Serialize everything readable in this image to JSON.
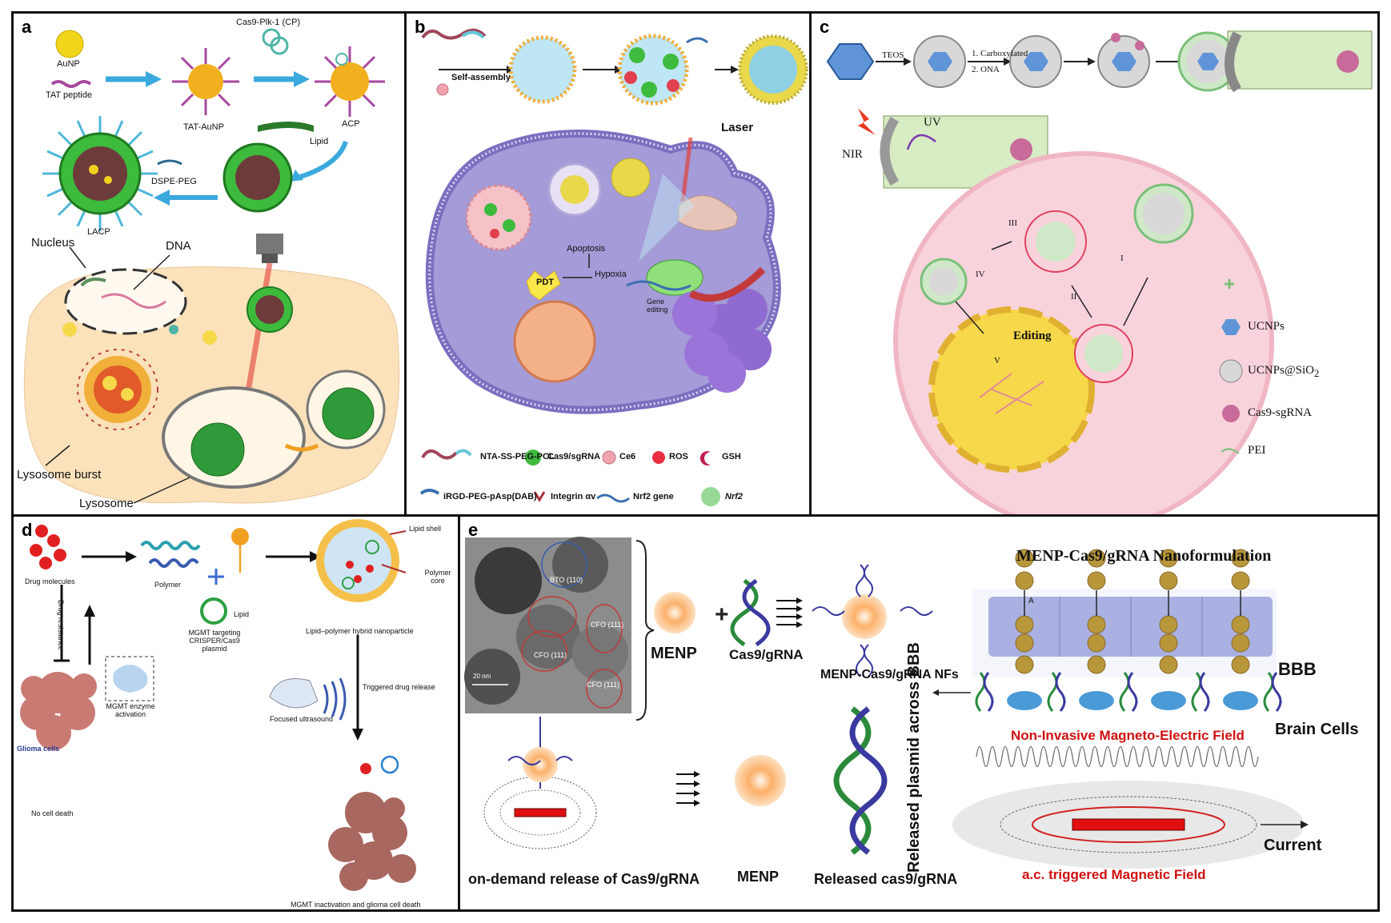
{
  "panels": {
    "a": {
      "label": "a",
      "aunp": "AuNP",
      "tat_peptide": "TAT peptide",
      "cas9": "Cas9-Plk-1 (CP)",
      "tat_aunp": "TAT-AuNP",
      "acp": "ACP",
      "lipid": "Lipid",
      "dspe_peg": "DSPE-PEG",
      "lacp": "LACP",
      "nucleus": "Nucleus",
      "dna": "DNA",
      "lysosome_burst": "Lysosome burst",
      "lysosome": "Lysosome"
    },
    "b": {
      "label": "b",
      "self_assembly": "Self-assembly",
      "laser": "Laser",
      "apoptosis": "Apoptosis",
      "hypoxia": "Hypoxia",
      "pdt": "PDT",
      "gene_editing": "Gene editing",
      "legend": {
        "nta": "NTA-SS-PEG-PCL",
        "cas9": "Cas9/sgRNA",
        "ce6": "Ce6",
        "ros": "ROS",
        "gsh": "GSH",
        "irgd": "iRGD-PEG-pAsp(DAB)",
        "integrin": "Integrin αv",
        "nrf2_gene": "Nrf2 gene",
        "nrf2": "Nrf2"
      }
    },
    "c": {
      "label": "c",
      "teos": "TEOS",
      "step1": "1. Carboxylated",
      "step2": "2. ONA",
      "uv": "UV",
      "nir": "NIR",
      "editing": "Editing",
      "roman": [
        "I",
        "II",
        "III",
        "IV",
        "V"
      ],
      "legend": {
        "ucnps": "UCNPs",
        "ucnps_sio2": "UCNPs@SiO",
        "sub2": "2",
        "cas9": "Cas9-sgRNA",
        "pei": "PEI"
      }
    },
    "d": {
      "label": "d",
      "drug": "Drug molecules",
      "polymer": "Polymer",
      "lipid": "Lipid",
      "lipid_shell": "Lipid shell",
      "polymer_core": "Polymer core",
      "hybrid": "Lipid–polymer hybrid nanoparticle",
      "plasmid": "MGMT targeting CRISPER/Cas9 plasmid",
      "drug_resistance": "Drug resistance",
      "ultrasound": "Focused ultrasound",
      "triggered": "Triggered drug release",
      "glioma": "Glioma cells",
      "mgmt_enzyme": "MGMT enzyme activation",
      "no_death": "No cell death",
      "death": "MGMT inactivation and glioma cell death"
    },
    "e": {
      "label": "e",
      "tem_labels": [
        "BTO (110)",
        "CFO (111)",
        "CFO (111)",
        "CFO (111)"
      ],
      "scale": "20 nm",
      "menp": "MENP",
      "cas9grna": "Cas9/gRNA",
      "nfs": "MENP-Cas9/gRNA NFs",
      "on_demand": "on-demand release of Cas9/gRNA",
      "menp2": "MENP",
      "released": "Released cas9/gRNA",
      "title": "MENP-Cas9/gRNA Nanoformulation",
      "vertical": "Released plasmid across BBB",
      "bbb": "BBB",
      "brain": "Brain Cells",
      "field": "Non-Invasive Magneto-Electric Field",
      "current": "Current",
      "ac": "a.c. triggered Magnetic Field",
      "a_mark": "A"
    }
  },
  "colors": {
    "arrow_blue": "#3aa9dd",
    "cell_pink": "#f7d4dd",
    "cell_purple": "#8b7fc4",
    "membrane_blue": "#8fa0d8",
    "red_label": "#d01010",
    "gold": "#e8b84a"
  }
}
